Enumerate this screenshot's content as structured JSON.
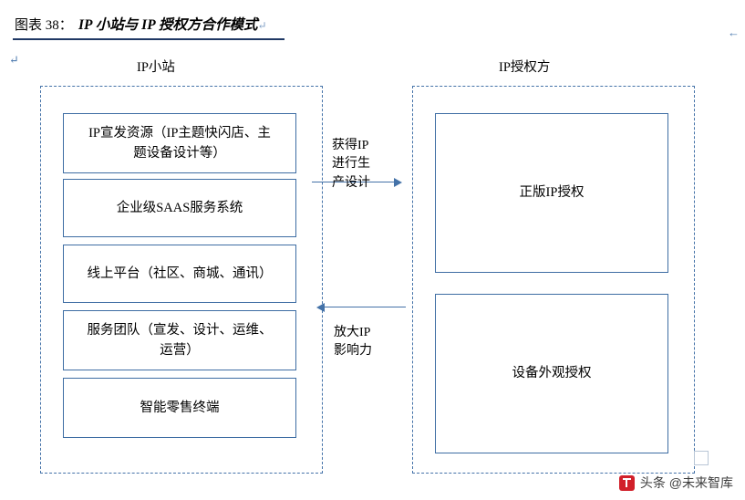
{
  "header": {
    "figure_label": "图表 38：",
    "title": "IP 小站与 IP 授权方合作模式",
    "pilcrow": "↵"
  },
  "marks": {
    "left_mark": "↵",
    "right_mark": "←"
  },
  "columns": {
    "left_heading": "IP小站",
    "right_heading": "IP授权方"
  },
  "left_items": [
    {
      "line1": "IP宣发资源（IP主题快闪店、主",
      "line2": "题设备设计等）"
    },
    {
      "line1": "企业级SAAS服务系统",
      "line2": ""
    },
    {
      "line1": "线上平台（社区、商城、通讯）",
      "line2": ""
    },
    {
      "line1": "服务团队（宣发、设计、运维、",
      "line2": "运营）"
    },
    {
      "line1": "智能零售终端",
      "line2": ""
    }
  ],
  "right_items": [
    {
      "line1": "正版IP授权",
      "line2": ""
    },
    {
      "line1": "设备外观授权",
      "line2": ""
    }
  ],
  "arrows": [
    {
      "line1": "获得IP",
      "line2": "进行生",
      "line3": "产设计",
      "direction": "right"
    },
    {
      "line1": "放大IP",
      "line2": "影响力",
      "line3": "",
      "direction": "left"
    }
  ],
  "watermark": {
    "text": "头条 @未来智库"
  },
  "colors": {
    "header_rule": "#1f3864",
    "box_border": "#3e6da3",
    "dashed_border": "#4472a8",
    "arrow": "#4472a8",
    "watermark_logo": "#d1202a"
  }
}
